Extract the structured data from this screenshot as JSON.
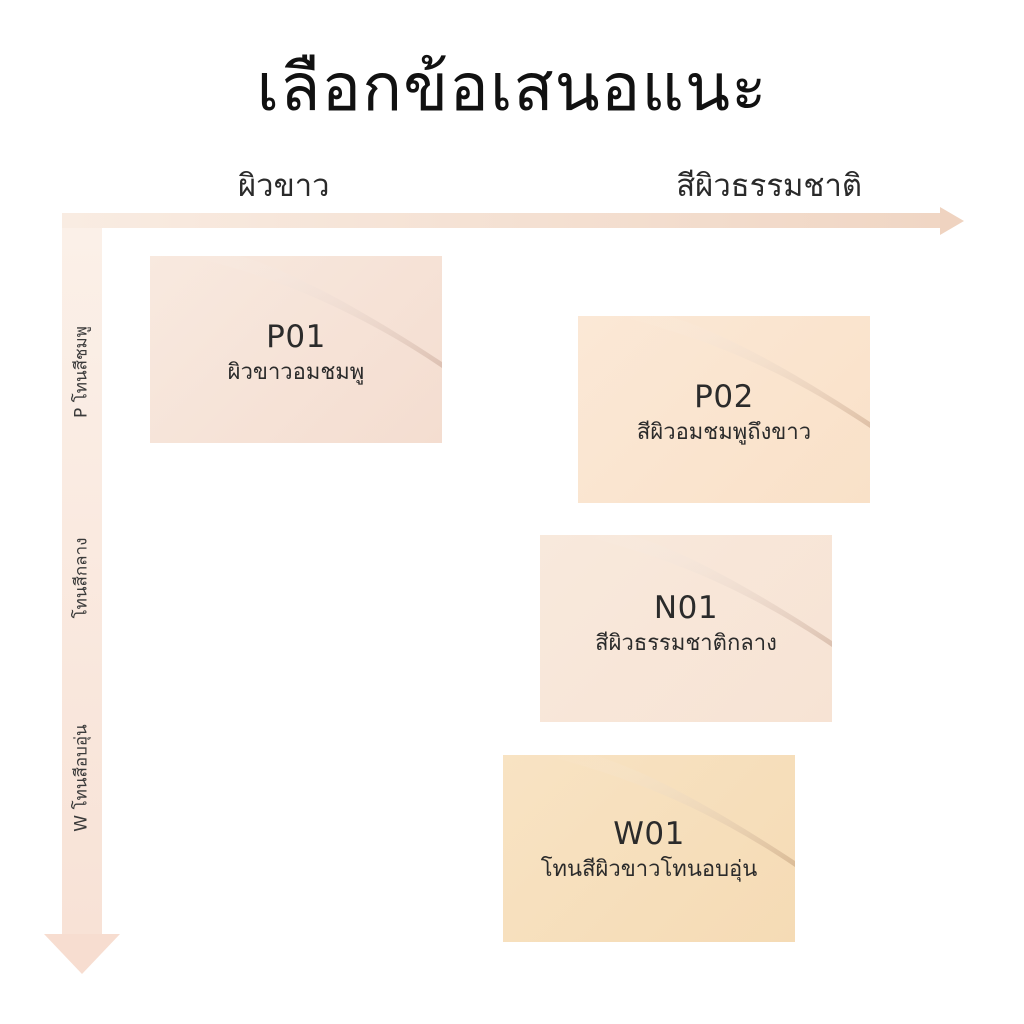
{
  "title": "เลือกข้อเสนอแนะ",
  "axis_top": {
    "left_label": "ผิวขาว",
    "right_label": "สีผิวธรรมชาติ"
  },
  "axis_side": {
    "labels": [
      "P โทนสีชมพู",
      "โทนสีกลาง",
      "W โทนสีอบอุ่น"
    ]
  },
  "swatches": [
    {
      "code": "P01",
      "name": "ผิวขาวอมชมพู",
      "color": "#f6e2d7"
    },
    {
      "code": "P02",
      "name": "สีผิวอมชมพูถึงขาว",
      "color": "#fae4cf"
    },
    {
      "code": "N01",
      "name": "สีผิวธรรมชาติกลาง",
      "color": "#f8e6d8"
    },
    {
      "code": "W01",
      "name": "โทนสีผิวขาวโทนอบอุ่น",
      "color": "#f6dfbc"
    }
  ]
}
